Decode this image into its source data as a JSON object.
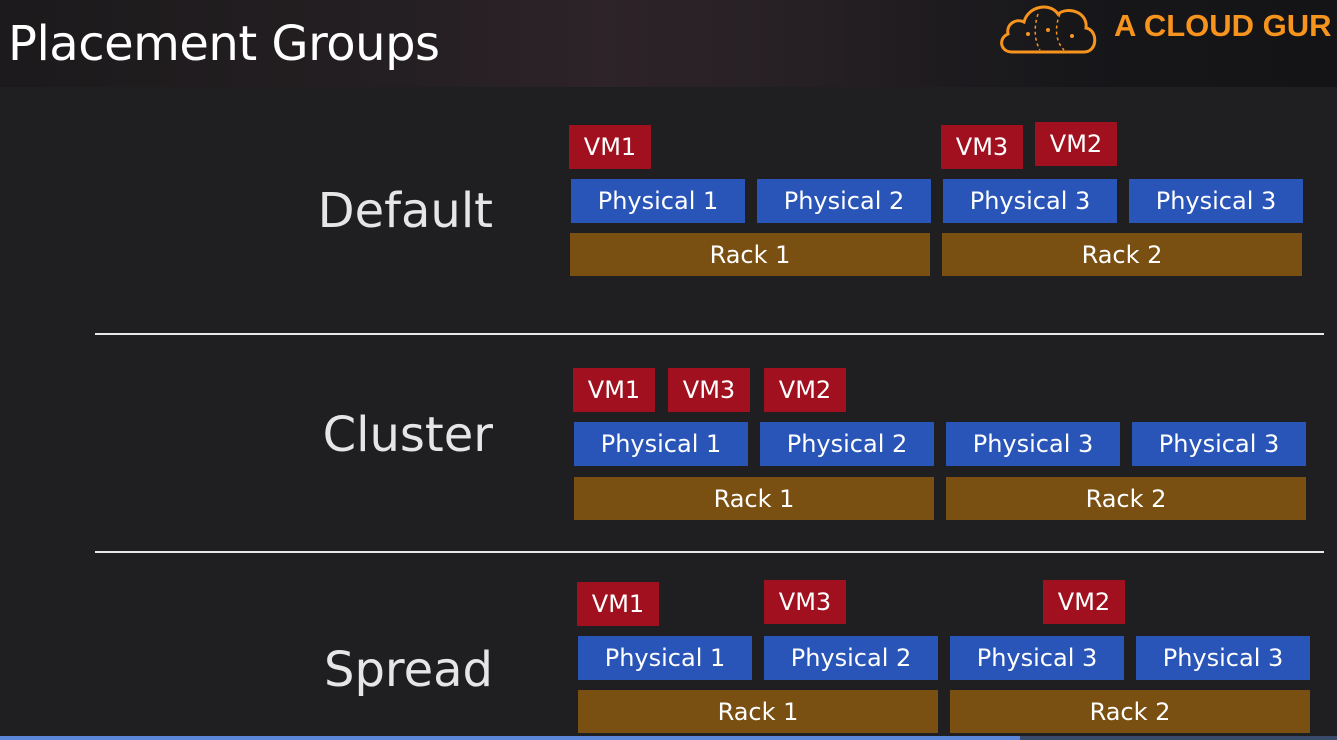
{
  "slide": {
    "title": "Placement Groups",
    "logo_text": "A CLOUD GUR"
  },
  "colors": {
    "vm": "#a0101e",
    "physical": "#2a55b8",
    "rack": "#7a4f12",
    "logo": "#f7941e"
  },
  "labels": {
    "physical_1": "Physical 1",
    "physical_2": "Physical 2",
    "physical_3": "Physical 3",
    "rack_1": "Rack 1",
    "rack_2": "Rack 2",
    "vm1": "VM1",
    "vm2": "VM2",
    "vm3": "VM3"
  },
  "sections": [
    {
      "name": "Default"
    },
    {
      "name": "Cluster"
    },
    {
      "name": "Spread"
    }
  ]
}
